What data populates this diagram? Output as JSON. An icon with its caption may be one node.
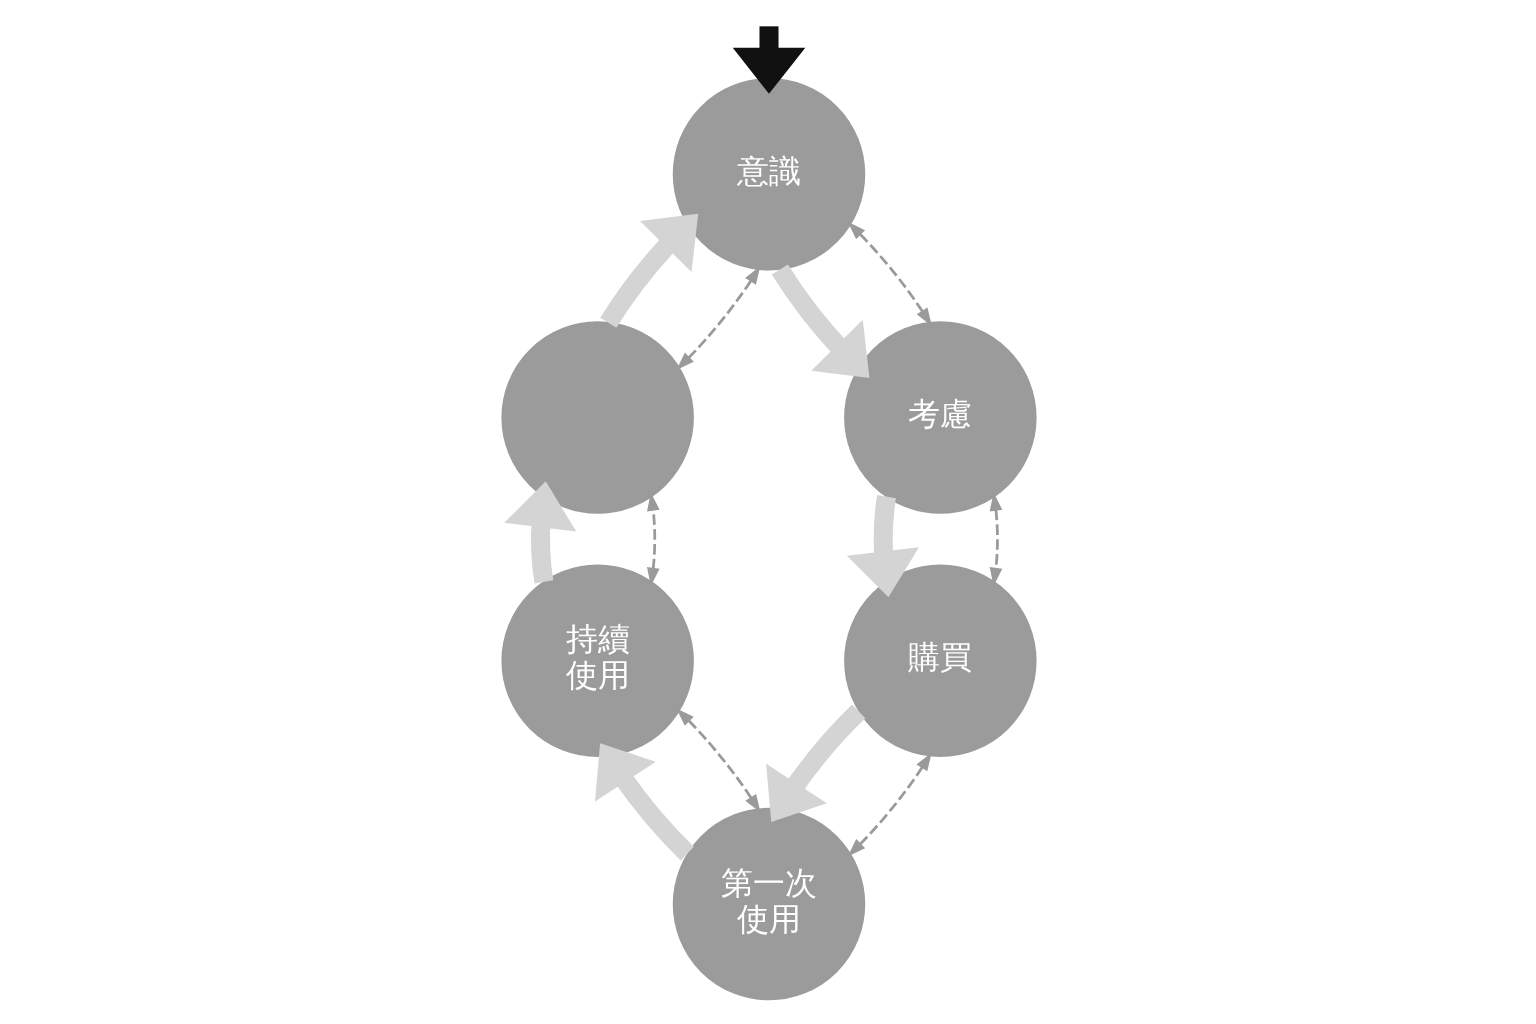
{
  "diagram": {
    "nodes": [
      {
        "text": [
          "意識"
        ]
      },
      {
        "text": [],
        "shape": "circle"
      },
      {
        "text": [
          "考慮"
        ]
      },
      {
        "text": [
          "持續使用"
        ]
      },
      {
        "text": [
          "購買"
        ]
      },
      {
        "text": [
          "第一次使用"
        ]
      }
    ],
    "edges": [
      {
        "from": null,
        "to": 0,
        "arrow": "to",
        "color": "#111111"
      },
      {
        "from": 0,
        "to": 2,
        "arrow": "to"
      },
      {
        "from": 0,
        "to": 2,
        "arrow": "both",
        "style": "dashed",
        "color": "#9a9a9a"
      },
      {
        "from": 2,
        "to": 4,
        "arrow": "to"
      },
      {
        "from": 2,
        "to": 4,
        "arrow": "both",
        "style": "dashed",
        "color": "#9a9a9a"
      },
      {
        "from": 4,
        "to": 5,
        "arrow": "to"
      },
      {
        "from": 4,
        "to": 5,
        "arrow": "both",
        "style": "dashed",
        "color": "#9a9a9a"
      },
      {
        "from": 5,
        "to": 3,
        "arrow": "to"
      },
      {
        "from": 5,
        "to": 3,
        "arrow": "both",
        "style": "dashed",
        "color": "#9a9a9a"
      },
      {
        "from": 3,
        "to": 1,
        "arrow": "to"
      },
      {
        "from": 3,
        "to": 1,
        "arrow": "both",
        "style": "dashed",
        "color": "#9a9a9a"
      },
      {
        "from": 1,
        "to": 0,
        "arrow": "to"
      },
      {
        "from": 1,
        "to": 0,
        "arrow": "both",
        "style": "dashed",
        "color": "#9a9a9a"
      }
    ]
  }
}
